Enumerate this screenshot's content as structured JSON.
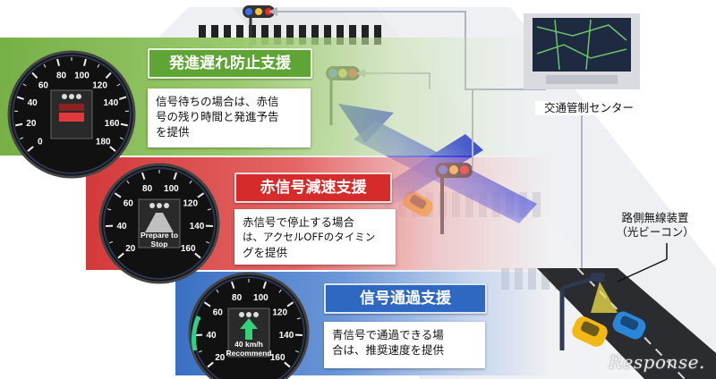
{
  "panels": [
    {
      "title": "発進遅れ防止支援",
      "desc_lines": [
        "信号待ちの場合は、赤信",
        "号の残り時間と発進予告",
        "を提供"
      ],
      "title_color": "#5fa536",
      "gauge": {
        "ticks": [
          "0",
          "20",
          "40",
          "60",
          "80",
          "100",
          "120",
          "140",
          "160",
          "180"
        ],
        "display": []
      }
    },
    {
      "title": "赤信号減速支援",
      "desc_lines": [
        "赤信号で停止する場合",
        "は、アクセルOFFのタイミン",
        "グを提供"
      ],
      "title_color": "#d72a2a",
      "gauge": {
        "ticks": [
          "20",
          "40",
          "60",
          "80",
          "100",
          "120",
          "140",
          "160"
        ],
        "display": [
          "Prepare to",
          "Stop"
        ]
      }
    },
    {
      "title": "信号通過支援",
      "desc_lines": [
        "青信号で通過できる場",
        "合は、推奨速度を提供"
      ],
      "title_color": "#2f68c0",
      "gauge": {
        "ticks": [
          "20",
          "40",
          "60",
          "80",
          "100",
          "120",
          "140",
          "160"
        ],
        "display": [
          "40 km/h",
          "Recommend"
        ]
      }
    }
  ],
  "labels": {
    "traffic_center": "交通管制センター",
    "beacon_line1": "路側無線装置",
    "beacon_line2": "（光ビーコン）"
  },
  "watermark": "Response."
}
